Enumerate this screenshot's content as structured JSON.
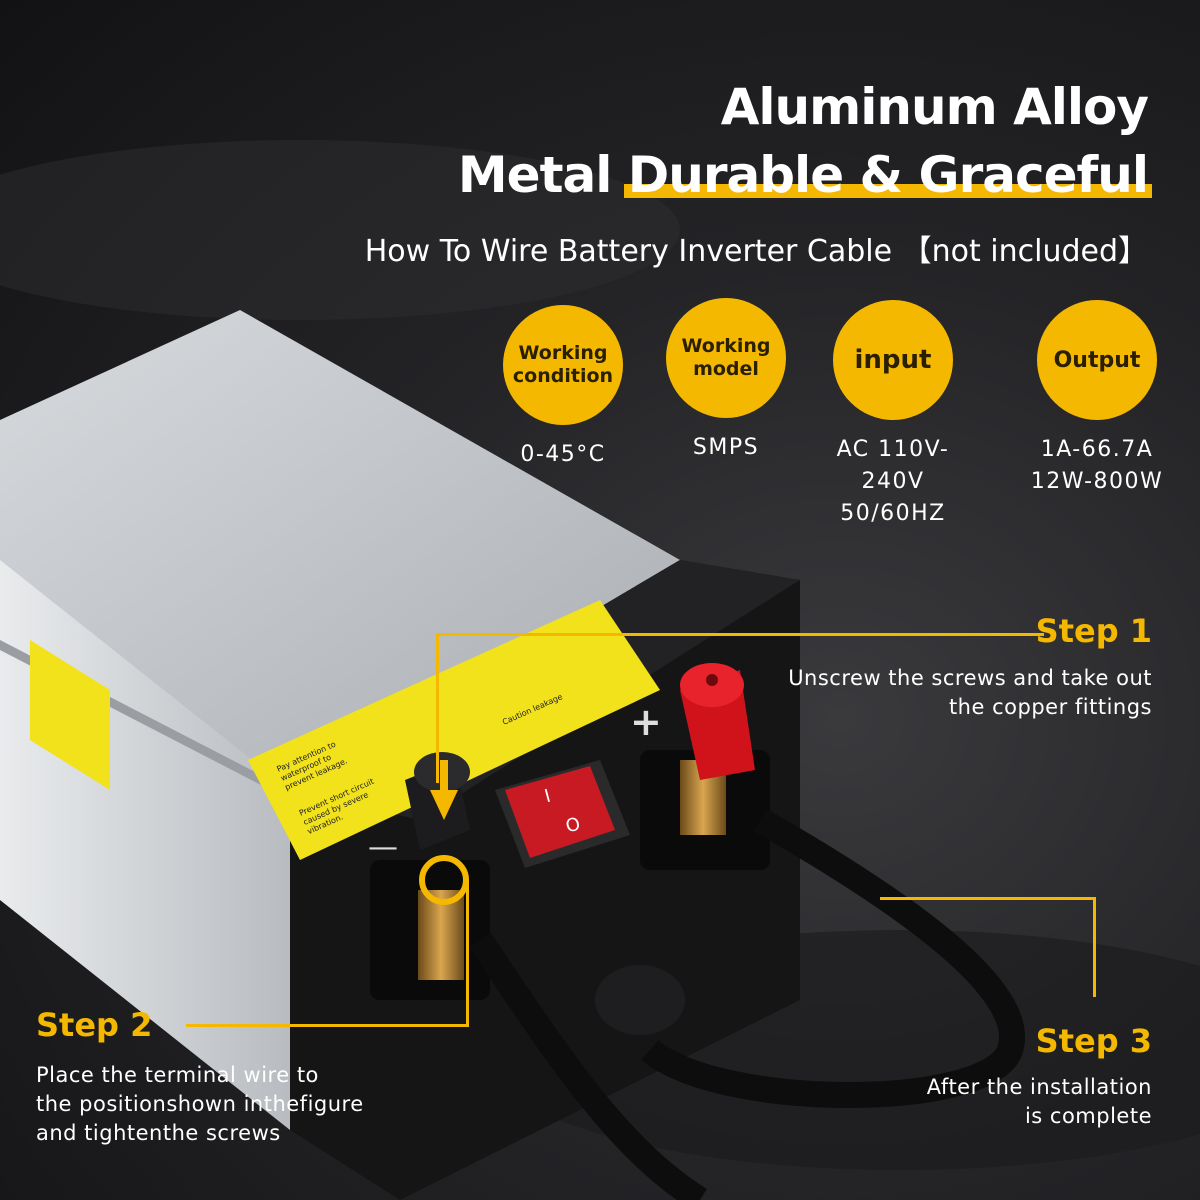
{
  "headline": {
    "line1": "Aluminum Alloy",
    "line2_plain": "Metal ",
    "line2_highlight": "Durable & Graceful"
  },
  "subtitle": "How To Wire Battery Inverter Cable 【not included】",
  "specs": [
    {
      "label_line1": "Working",
      "label_line2": "condition",
      "value_line1": "0-45°C",
      "value_line2": ""
    },
    {
      "label_line1": "Working",
      "label_line2": "model",
      "value_line1": "SMPS",
      "value_line2": ""
    },
    {
      "label_line1": "input",
      "label_line2": "",
      "value_line1": "AC 110V-240V",
      "value_line2": "50/60HZ"
    },
    {
      "label_line1": "Output",
      "label_line2": "",
      "value_line1": "1A-66.7A",
      "value_line2": "12W-800W"
    }
  ],
  "steps": [
    {
      "title": "Step 1",
      "text_line1": "Unscrew the screws and take out",
      "text_line2": "the copper fittings",
      "text_line3": ""
    },
    {
      "title": "Step 2",
      "text_line1": "Place the terminal wire to",
      "text_line2": "the positionshown inthefigure",
      "text_line3": "and tightenthe screws"
    },
    {
      "title": "Step 3",
      "text_line1": "After the installation",
      "text_line2": "is complete",
      "text_line3": ""
    }
  ],
  "device": {
    "minus_symbol": "—",
    "plus_symbol": "+",
    "switch_on": "I",
    "switch_off": "O",
    "label_text_1": "Pay attention to waterproof to prevent leakage.",
    "label_text_2": "Prevent short circuit caused by severe vibration.",
    "label_caution": "Caution leakage"
  },
  "colors": {
    "accent": "#f5b800",
    "background": "#242427",
    "device_body": "#c9ccd0",
    "terminal_red": "#d0121b"
  }
}
